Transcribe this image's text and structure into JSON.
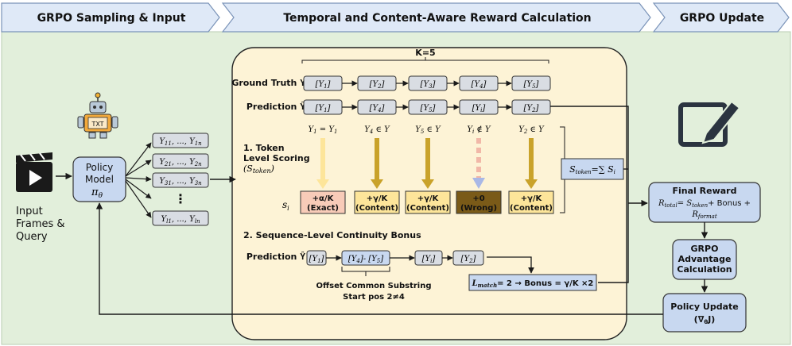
{
  "headers": {
    "sampling": "GRPO Sampling & Input",
    "reward": "Temporal and Content-Aware Reward Calculation",
    "update": "GRPO Update"
  },
  "input": {
    "line1": "Input",
    "line2": "Frames &",
    "line3": "Query"
  },
  "robot_screen": "TXT",
  "policy_model": {
    "line1": "Policy",
    "line2": "Model",
    "pi": "π",
    "sub": "θ"
  },
  "samples": {
    "rows": [
      {
        "a": "Y",
        "as": "11",
        "b": "Y",
        "bs": "1n"
      },
      {
        "a": "Y",
        "as": "21",
        "b": "Y",
        "bs": "2n"
      },
      {
        "a": "Y",
        "as": "31",
        "b": "Y",
        "bs": "3n"
      },
      {
        "a": "Y",
        "as": "l1",
        "b": "Y",
        "bs": "ln"
      }
    ],
    "ellipsis": "⋮"
  },
  "k_label": "K=5",
  "ground_truth": {
    "label": "Ground Truth",
    "sym": "Y",
    "items": [
      {
        "t": "[Y",
        "s": "1",
        "c": "]"
      },
      {
        "t": "[Y",
        "s": "2",
        "c": "]"
      },
      {
        "t": "[Y",
        "s": "3",
        "c": "]"
      },
      {
        "t": "[Y",
        "s": "4",
        "c": "]"
      },
      {
        "t": "[Y",
        "s": "5",
        "c": "]"
      }
    ]
  },
  "prediction": {
    "label": "Prediction",
    "sym": "Ŷ",
    "items": [
      {
        "t": "[Y",
        "s": "1",
        "c": "]"
      },
      {
        "t": "[Y",
        "s": "4",
        "c": "]"
      },
      {
        "t": "[Y",
        "s": "5",
        "c": "]"
      },
      {
        "t": "[Y",
        "s": "i",
        "c": "]"
      },
      {
        "t": "[Y",
        "s": "2",
        "c": "]"
      }
    ]
  },
  "token_scoring": {
    "title1": "1.  Token",
    "title2": "Level Scoring",
    "title3": "(S",
    "title3_sub": "token",
    "title3_end": ")",
    "si_label": "s",
    "si_sub": "i",
    "conditions": [
      {
        "a": "Y",
        "as": "1",
        "rel": " = Y",
        "rs": "1"
      },
      {
        "a": "Y",
        "as": "4",
        "rel": " ∈ Y",
        "rs": ""
      },
      {
        "a": "Y",
        "as": "5",
        "rel": " ∈ Y",
        "rs": ""
      },
      {
        "a": "Y",
        "as": "i",
        "rel": " ∉ Y",
        "rs": ""
      },
      {
        "a": "Y",
        "as": "2",
        "rel": " ∈ Y",
        "rs": ""
      }
    ],
    "scores": [
      {
        "v": "+α/K",
        "k": "(Exact)"
      },
      {
        "v": "+γ/K",
        "k": "(Content)"
      },
      {
        "v": "+γ/K",
        "k": "(Content)"
      },
      {
        "v": "+0",
        "k": "(Wrong)"
      },
      {
        "v": "+γ/K",
        "k": "(Content)"
      }
    ],
    "sum_box": {
      "s": "S",
      "sub": "token",
      "rest": "=∑ S",
      "sub2": "i"
    }
  },
  "sequence_bonus": {
    "title": "2.  Sequence-Level Continuity Bonus",
    "pred_label": "Prediction",
    "pred_sym": "Ŷ",
    "items": [
      {
        "t": "[Y",
        "s": "1",
        "c": "]"
      },
      {
        "t": "[Y",
        "s": "4",
        "c": "]- [Y",
        "s2": "5",
        "c2": "]"
      },
      {
        "t": "[Y",
        "s": "i",
        "c": "]"
      },
      {
        "t": "[Y",
        "s": "2",
        "c": "]"
      }
    ],
    "offset1": "Offset Common Substring",
    "offset2": "Start pos 2≠4",
    "bonus": {
      "l": "L",
      "sub": "match",
      "rest": "= 2 → Bonus = γ/K ×2"
    }
  },
  "final_reward": {
    "title": "Final Reward",
    "r": "R",
    "r_sub": "total",
    "eq": "= S",
    "s_sub": "token",
    "mid": "+ Bonus +",
    "r2": "R",
    "r2_sub": "format"
  },
  "advantage": {
    "line1": "GRPO",
    "line2": "Advantage",
    "line3": "Calculation"
  },
  "policy_update": {
    "line1": "Policy Update",
    "line2": "(∇",
    "sub": "θ",
    "end": "J)"
  },
  "colors": {
    "header_fill": "#dfe9f7",
    "header_stroke": "#7a93b8",
    "bg_green": "#e2efdb",
    "panel_yellow": "#fdf3d6",
    "box_blue": "#c8d8f0",
    "box_gray": "#d9dde3",
    "exact_pink": "#f8cbb8",
    "content_yellow": "#fde59a",
    "wrong_dark": "#7a5a18",
    "arrow_gold": "#c9a22a"
  }
}
